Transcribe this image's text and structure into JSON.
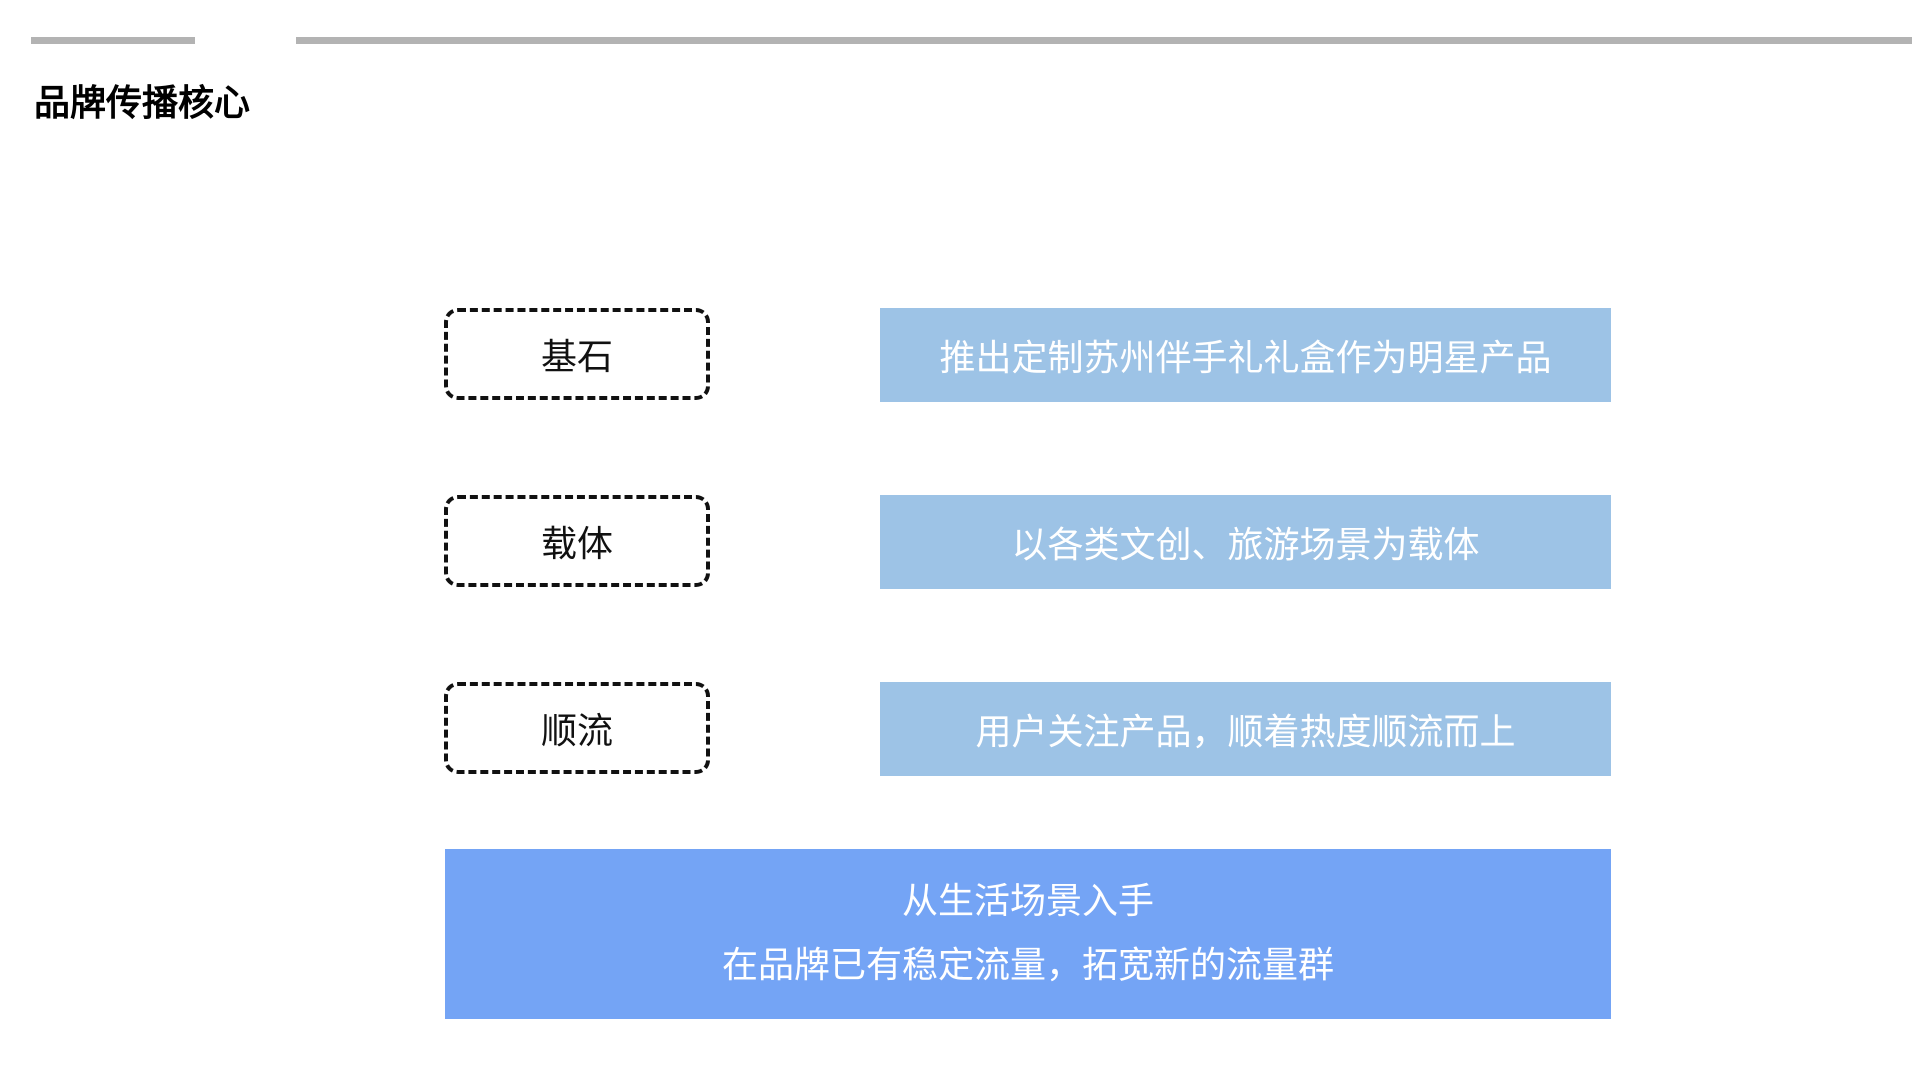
{
  "title": "品牌传播核心",
  "colors": {
    "topbar": "#b3b3b3",
    "desc_bg": "#9dc3e6",
    "bottom_bg": "#74a4f5",
    "label_border": "#111111"
  },
  "rows": [
    {
      "label": "基石",
      "text": "推出定制苏州伴手礼礼盒作为明星产品"
    },
    {
      "label": "载体",
      "text": "以各类文创、旅游场景为载体"
    },
    {
      "label": "顺流",
      "text": "用户关注产品，顺着热度顺流而上"
    }
  ],
  "bottom": {
    "line1": "从生活场景入手",
    "line2": "在品牌已有稳定流量，拓宽新的流量群"
  }
}
